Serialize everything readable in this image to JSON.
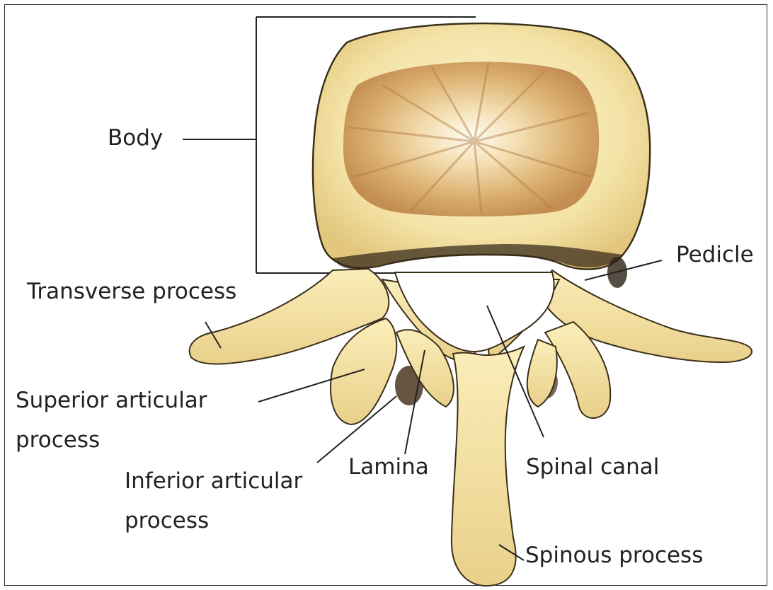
{
  "labels": {
    "body": "Body",
    "pedicle": "Pedicle",
    "transverse_process": "Transverse process",
    "superior_articular_line1": "Superior articular",
    "superior_articular_line2": "process",
    "inferior_articular_line1": "Inferior articular",
    "inferior_articular_line2": "process",
    "lamina": "Lamina",
    "spinal_canal": "Spinal canal",
    "spinous_process": "Spinous process"
  },
  "colors": {
    "bone": "#f3e2a3",
    "bone_light": "#fbf1c6",
    "bone_edge": "#3a2f1a",
    "cancellous": "#c89a5e",
    "leader_line": "#222222"
  }
}
